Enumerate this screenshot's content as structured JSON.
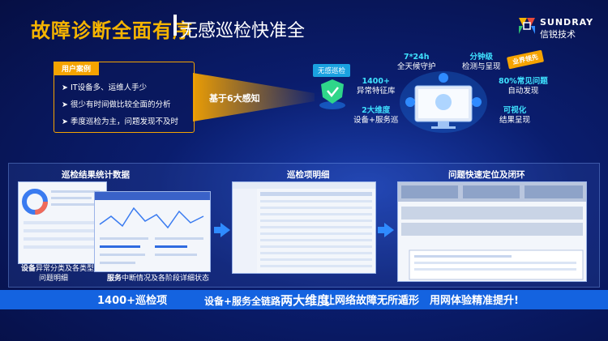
{
  "header": {
    "title": "故障诊断全面有序",
    "subtitle": "无感巡检快准全",
    "logo_en": "SUNDRAY",
    "logo_cn": "信锐技术"
  },
  "case": {
    "tag": "用户案例",
    "items": [
      "IT设备多、运维人手少",
      "很少有时间做比较全面的分析",
      "季度巡检为主，问题发现不及时"
    ],
    "arrow_label": "基于6大感知"
  },
  "features": {
    "center_tag": "无感巡检",
    "industry_tag": "业界领先",
    "f1_hl": "7*24h",
    "f1_txt": "全天候守护",
    "f2_hl": "分钟级",
    "f2_txt": "检测与呈现",
    "f3_hl": "1400+",
    "f3_txt": "异常特征库",
    "f4_hl": "80%常见问题",
    "f4_txt": "自动发现",
    "f5_hl": "2大维度",
    "f5_txt": "设备+服务巡",
    "f6_hl": "可视化",
    "f6_txt": "结果呈现"
  },
  "sections": {
    "s1_title": "巡检结果统计数据",
    "s2_title": "巡检项明细",
    "s3_title": "问题快速定位及闭环",
    "cap1_b": "设备",
    "cap1_t": "异常分类及各类型",
    "cap1_t2": "问题明细",
    "cap2_b": "服务",
    "cap2_t": "中断情况及各阶段详细状态"
  },
  "bottom": {
    "b1": "1400+巡检项",
    "b2a": "设备+服务全链路",
    "b2b": "两大维度",
    "b3": "让网络故障无所遁形",
    "b4": "用网体验精准提升!"
  },
  "colors": {
    "accent": "#f5b400",
    "cyan": "#3fe2ff",
    "bar": "#1463e0"
  }
}
